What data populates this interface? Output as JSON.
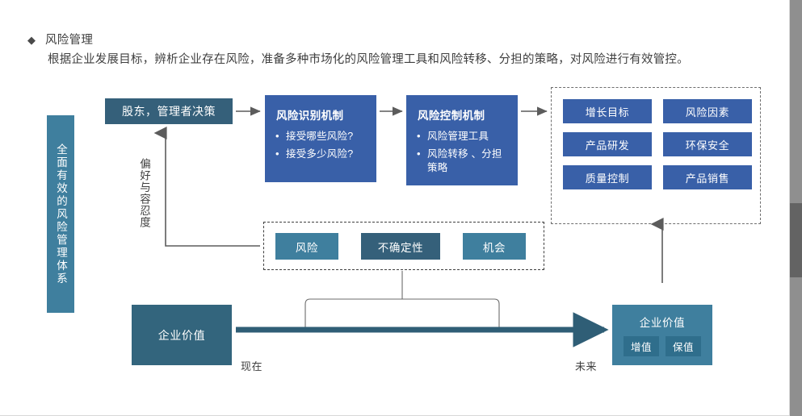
{
  "header": {
    "bullet_icon": "diamond-bullet-icon",
    "title": "风险管理",
    "subtitle": "根据企业发展目标，辨析企业存在风险，准备多种市场化的风险管理工具和风险转移、分担的策略，对风险进行有效管控。"
  },
  "side_banner": {
    "label": "全面有效的风险管理体系"
  },
  "flow": {
    "decision_box": "股东，管理者决策",
    "feedback_label": "偏好与容忍度",
    "mechanisms": [
      {
        "title": "风险识别机制",
        "items": [
          "接受哪些风险?",
          "接受多少风险?"
        ]
      },
      {
        "title": "风险控制机制",
        "items": [
          "风险管理工具",
          "风险转移 、分担策略"
        ]
      }
    ]
  },
  "objectives_grid": {
    "cells": [
      "增长目标",
      "风险因素",
      "产品研发",
      "环保安全",
      "质量控制",
      "产品销售"
    ]
  },
  "uncertainty_group": {
    "cells": [
      {
        "label": "风险",
        "style": "teal"
      },
      {
        "label": "不确定性",
        "style": "slate"
      },
      {
        "label": "机会",
        "style": "teal"
      }
    ]
  },
  "timeline": {
    "left_box": "企业价值",
    "now_label": "现在",
    "future_label": "未来",
    "right_box": {
      "title": "企业价值",
      "pills": [
        "增值",
        "保值"
      ]
    }
  },
  "colors": {
    "teal": "#3f7f9e",
    "slate": "#35607a",
    "blue": "#3960a8",
    "dark_teal": "#33657d",
    "arrow_gray": "#5c5c5c",
    "text": "#3f3f3f"
  },
  "scrollbar": {
    "track": "scrollbar-track",
    "thumb": "scrollbar-thumb"
  }
}
